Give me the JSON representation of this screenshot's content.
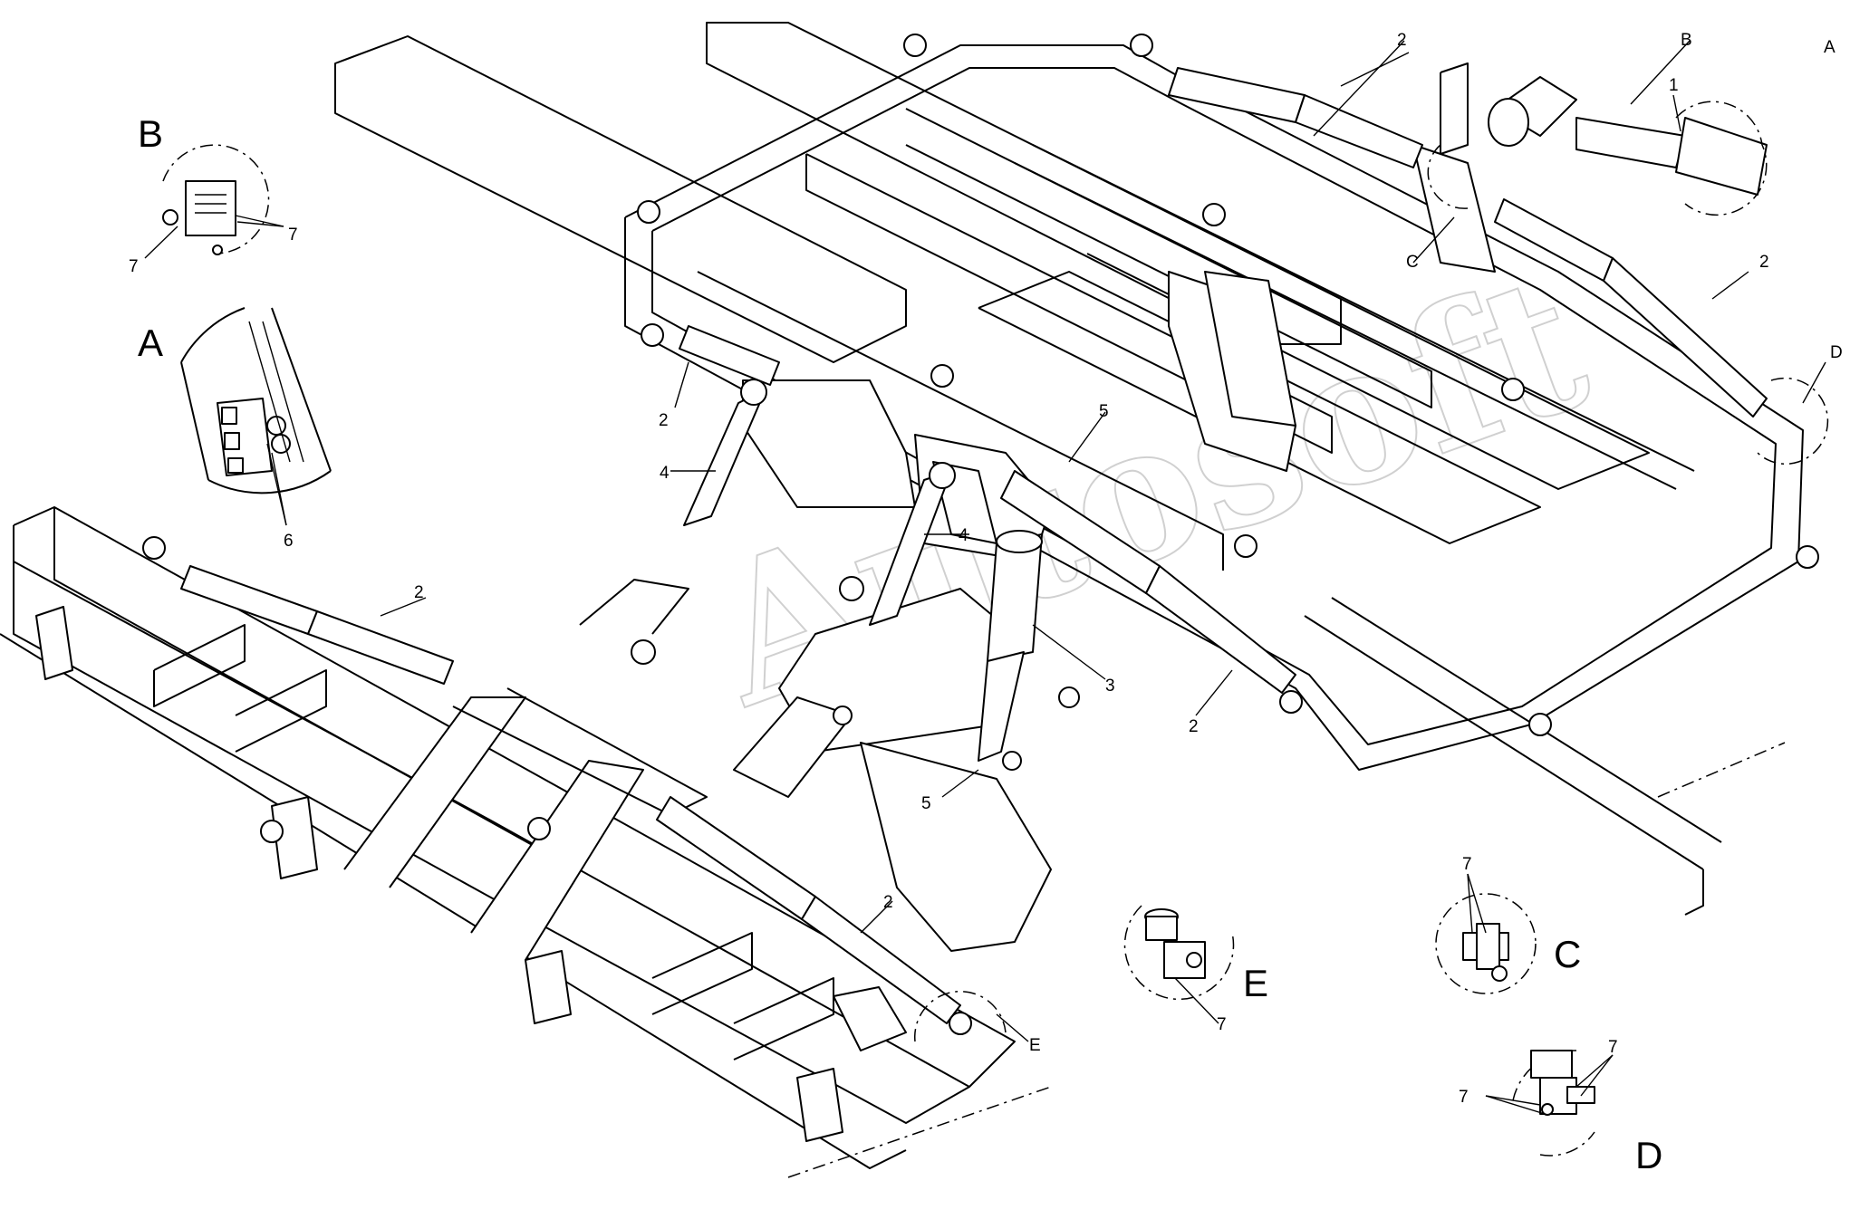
{
  "watermark": "Autosoft",
  "detail_views": {
    "A": "A",
    "B": "B",
    "C": "C",
    "D": "D",
    "E": "E"
  },
  "callouts": {
    "part1": "1",
    "part2": "2",
    "part3": "3",
    "part4": "4",
    "part5": "5",
    "part6": "6",
    "part7": "7"
  },
  "ref_labels": {
    "A": "A",
    "B": "B",
    "C": "C",
    "D": "D",
    "E": "E"
  }
}
